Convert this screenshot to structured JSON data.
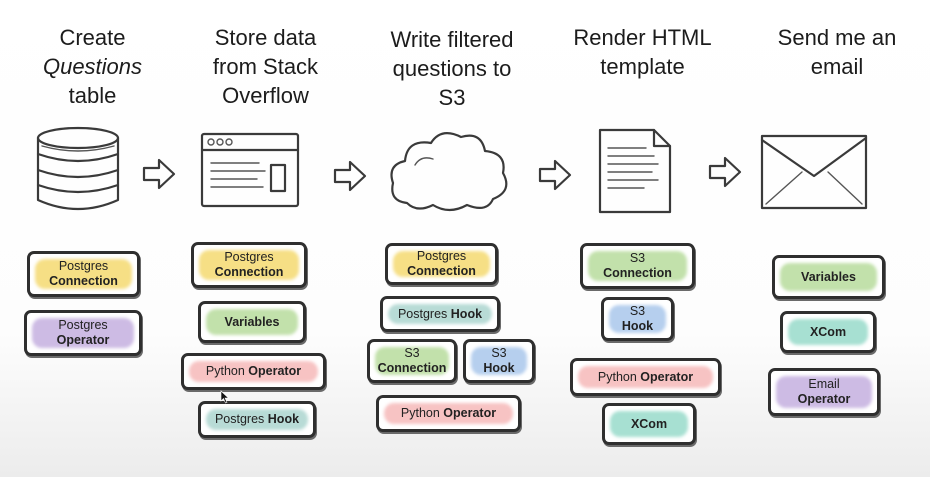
{
  "steps": [
    {
      "title_lines": [
        "Create",
        "Questions",
        "table"
      ],
      "icon": "database-icon",
      "boxes": [
        {
          "line1": "Postgres",
          "line2": "Connection",
          "color": "#f6df85"
        },
        {
          "line1": "Postgres",
          "line2": "Operator",
          "color": "#cdbbe4"
        }
      ]
    },
    {
      "title_lines": [
        "Store data",
        "from Stack",
        "Overflow"
      ],
      "icon": "web-page-icon",
      "boxes": [
        {
          "line1": "Postgres",
          "line2": "Connection",
          "color": "#f6df85"
        },
        {
          "line1": "Variables",
          "color": "#c2e1ab"
        },
        {
          "line1": "Python",
          "line2": "Operator",
          "color": "#f7c3c3"
        },
        {
          "line1": "Postgres",
          "line2": "Hook",
          "color": "#b8dbd6"
        }
      ]
    },
    {
      "title_lines": [
        "Write filtered",
        "questions to",
        "S3"
      ],
      "icon": "cloud-icon",
      "boxes": [
        {
          "line1": "Postgres",
          "line2": "Connection",
          "color": "#f6df85"
        },
        {
          "line1": "Postgres",
          "line2": "Hook",
          "color": "#b8dbd6"
        },
        {
          "line1": "S3",
          "line2": "Connection",
          "color": "#c2e1ab"
        },
        {
          "line1": "S3",
          "line2": "Hook",
          "color": "#b6cfee"
        },
        {
          "line1": "Python",
          "line2": "Operator",
          "color": "#f7c3c3"
        }
      ]
    },
    {
      "title_lines": [
        "Render HTML",
        "template"
      ],
      "icon": "document-icon",
      "boxes": [
        {
          "line1": "S3",
          "line2": "Connection",
          "color": "#c2e1ab"
        },
        {
          "line1": "S3",
          "line2": "Hook",
          "color": "#b6cfee"
        },
        {
          "line1": "Python",
          "line2": "Operator",
          "color": "#f7c3c3"
        },
        {
          "line1": "XCom",
          "color": "#a7e0d2"
        }
      ]
    },
    {
      "title_lines": [
        "Send me an",
        "email"
      ],
      "icon": "envelope-icon",
      "boxes": [
        {
          "line1": "Variables",
          "color": "#c2e1ab"
        },
        {
          "line1": "XCom",
          "color": "#a7e0d2"
        },
        {
          "line1": "Email",
          "line2": "Operator",
          "color": "#cdbbe4"
        }
      ]
    }
  ],
  "arrows": [
    "right-arrow-icon",
    "right-arrow-icon",
    "right-arrow-icon",
    "right-arrow-icon"
  ]
}
